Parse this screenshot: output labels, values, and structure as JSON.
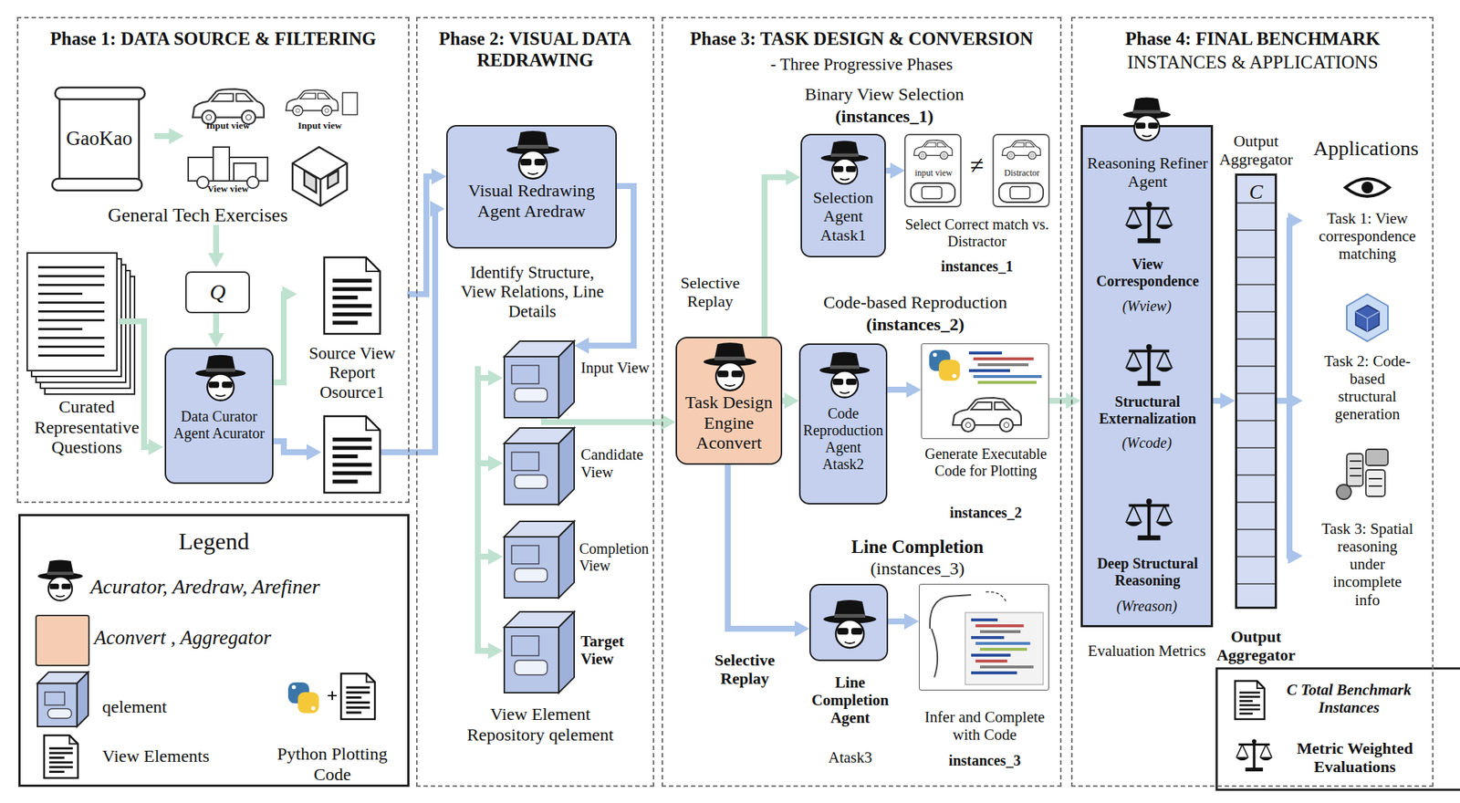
{
  "diagram": {
    "nodes": [
      {
        "text": [
          "Phase 1: DATA SOURCE & FILTERING"
        ]
      },
      {
        "text": [
          "GaoKao"
        ],
        "in": 0
      },
      {
        "text": [
          "Q"
        ],
        "in": 0
      },
      {
        "text": [
          "Data Curator Agent Acurator"
        ],
        "in": 0
      },
      {
        "text": [
          "Source View Report Osource1"
        ],
        "in": 0
      },
      {
        "text": [
          "Phase 2: VISUAL DATA REDRAWING"
        ]
      },
      {
        "text": [
          "Visual Redrawing Agent Aredraw"
        ],
        "in": 5
      },
      {
        "text": [
          "Input View"
        ],
        "in": 5
      },
      {
        "text": [
          "Candidate View"
        ],
        "in": 5
      },
      {
        "text": [
          "Completion View"
        ],
        "in": 5
      },
      {
        "text": [
          "Target View"
        ],
        "in": 5
      },
      {
        "text": [
          "Phase 3: TASK DESIGN & CONVERSION",
          "- Three Progressive Phases"
        ]
      },
      {
        "text": [
          "Selection Agent Atask1"
        ],
        "in": 11
      },
      {
        "text": [
          "input view",
          "≠",
          "Distractor",
          "Select Correct match vs. Distractor",
          "instances_1"
        ],
        "in": 11
      },
      {
        "text": [
          "Task Design Engine Aconvert"
        ],
        "in": 11
      },
      {
        "text": [
          "Code Reproduction Agent Atask2"
        ],
        "in": 11
      },
      {
        "text": [
          "Generate Executable Code for Plotting",
          "instances_2"
        ],
        "in": 11
      },
      {
        "text": [
          "Line Completion Agent",
          "Atask3"
        ],
        "in": 11
      },
      {
        "text": [
          "Infer and Complete with Code",
          "instances_3"
        ],
        "in": 11
      },
      {
        "text": [
          "Phase 4: FINAL BENCHMARK",
          "INSTANCES & APPLICATIONS"
        ]
      },
      {
        "text": [
          "Reasoning Refiner Agent",
          "View Correspondence",
          "(Wview)",
          "Structural Externalization",
          "(Wcode)",
          "Deep Structural Reasoning",
          "(Wreason)",
          "Evaluation Metrics"
        ],
        "in": 19
      },
      {
        "text": [
          "Output Aggregator",
          "C",
          "Output Aggregator"
        ],
        "in": 19
      },
      {
        "text": [
          "Task 1: View correspondence matching"
        ],
        "in": 19
      },
      {
        "text": [
          "Task 2: Code-based structural generation"
        ],
        "in": 19
      },
      {
        "text": [
          "Task 3: Spatial reasoning under incomplete info"
        ],
        "in": 19
      },
      {
        "text": [
          "Legend"
        ]
      }
    ],
    "edges": [
      {
        "from": 2,
        "to": 3,
        "arrow": "to"
      },
      {
        "from": 3,
        "to": 4,
        "arrow": "to"
      },
      {
        "from": 4,
        "to": 6,
        "arrow": "to"
      },
      {
        "from": 6,
        "to": 7,
        "arrow": "to"
      },
      {
        "from": 7,
        "to": 14,
        "arrow": "to"
      },
      {
        "from": 14,
        "to": 12,
        "arrow": "to",
        "label": "Selective Replay"
      },
      {
        "from": 14,
        "to": 15,
        "arrow": "to"
      },
      {
        "from": 14,
        "to": 17,
        "arrow": "to",
        "label": "Selective Replay"
      },
      {
        "from": 12,
        "to": 13,
        "arrow": "to"
      },
      {
        "from": 15,
        "to": 16,
        "arrow": "to"
      },
      {
        "from": 17,
        "to": 18,
        "arrow": "to"
      },
      {
        "from": 16,
        "to": 20,
        "arrow": "to"
      },
      {
        "from": 20,
        "to": 21,
        "arrow": "to"
      },
      {
        "from": 21,
        "to": 22,
        "arrow": "to"
      },
      {
        "from": 21,
        "to": 23,
        "arrow": "to"
      },
      {
        "from": 21,
        "to": 24,
        "arrow": "to"
      }
    ],
    "labels": [
      "Input view",
      "Input view",
      "View view",
      "General Tech Exercises",
      "Curated Representative Questions",
      "Identify Structure, View Relations, Line Details",
      "View Element Repository qelement",
      "Binary View Selection",
      "(instances_1)",
      "Code-based Reproduction",
      "(instances_2)",
      "Line Completion",
      "(instances_3)",
      "Applications"
    ],
    "legend": [
      {
        "text": "Acurator, Aredraw, Arefiner"
      },
      {
        "text": "Aconvert , Aggregator",
        "color": "#f6cdb3"
      },
      {
        "text": "qelement"
      },
      {
        "text": "View Elements"
      },
      {
        "text": "Python Plotting Code"
      },
      {
        "text": "C Total Benchmark Instances"
      },
      {
        "text": "Metric Weighted Evaluations"
      }
    ]
  }
}
